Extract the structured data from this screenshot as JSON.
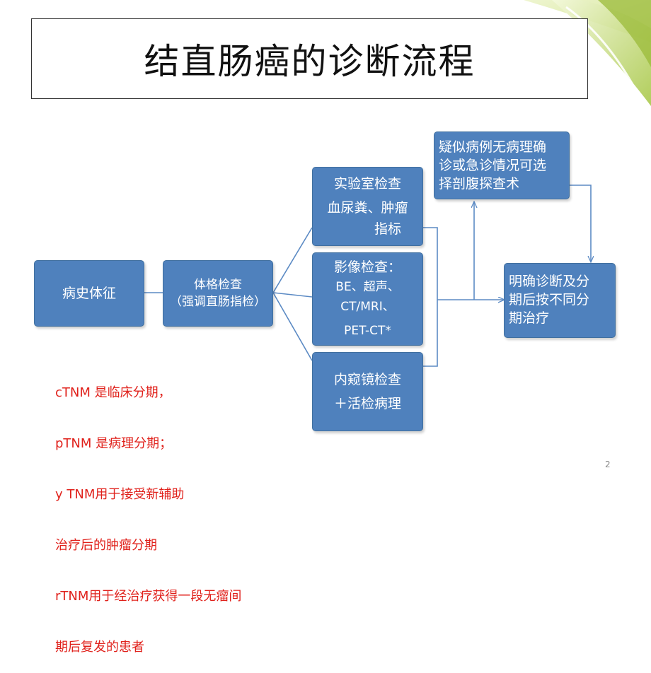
{
  "slide": {
    "title": "结直肠癌的诊断流程",
    "page_number": "2"
  },
  "nodes": {
    "history": "病史体征",
    "exam_line1": "体格检查",
    "exam_line2": "（强调直肠指检）",
    "lab_line1": "实验室检查",
    "lab_line2": "血尿粪、肿瘤",
    "lab_line3": "指标",
    "imaging_line1": "影像检查：",
    "imaging_line2": "BE、超声、",
    "imaging_line3": "CT/MRI、",
    "imaging_line4": "PET-CT*",
    "endo_line1": "内窥镜检查",
    "endo_line2": "＋活检病理",
    "explore_line1": "疑似病例无病理确",
    "explore_line2": "诊或急诊情况可选",
    "explore_line3": "择剖腹探查术",
    "diagnosis_line1": "明确诊断及分",
    "diagnosis_line2": "期后按不同分",
    "diagnosis_line3": "期治疗"
  },
  "note": {
    "line1": "cTNM 是临床分期，",
    "line2": "pTNM 是病理分期；",
    "line3": "y TNM用于接受新辅助",
    "line4": "治疗后的肿瘤分期",
    "line5": "rTNM用于经治疗获得一段无瘤间",
    "line6": "期后复发的患者"
  },
  "colors": {
    "box_fill": "#4f81bd",
    "box_border": "#41709f",
    "connector": "#5b8ac4",
    "note_text": "#e0211b"
  }
}
